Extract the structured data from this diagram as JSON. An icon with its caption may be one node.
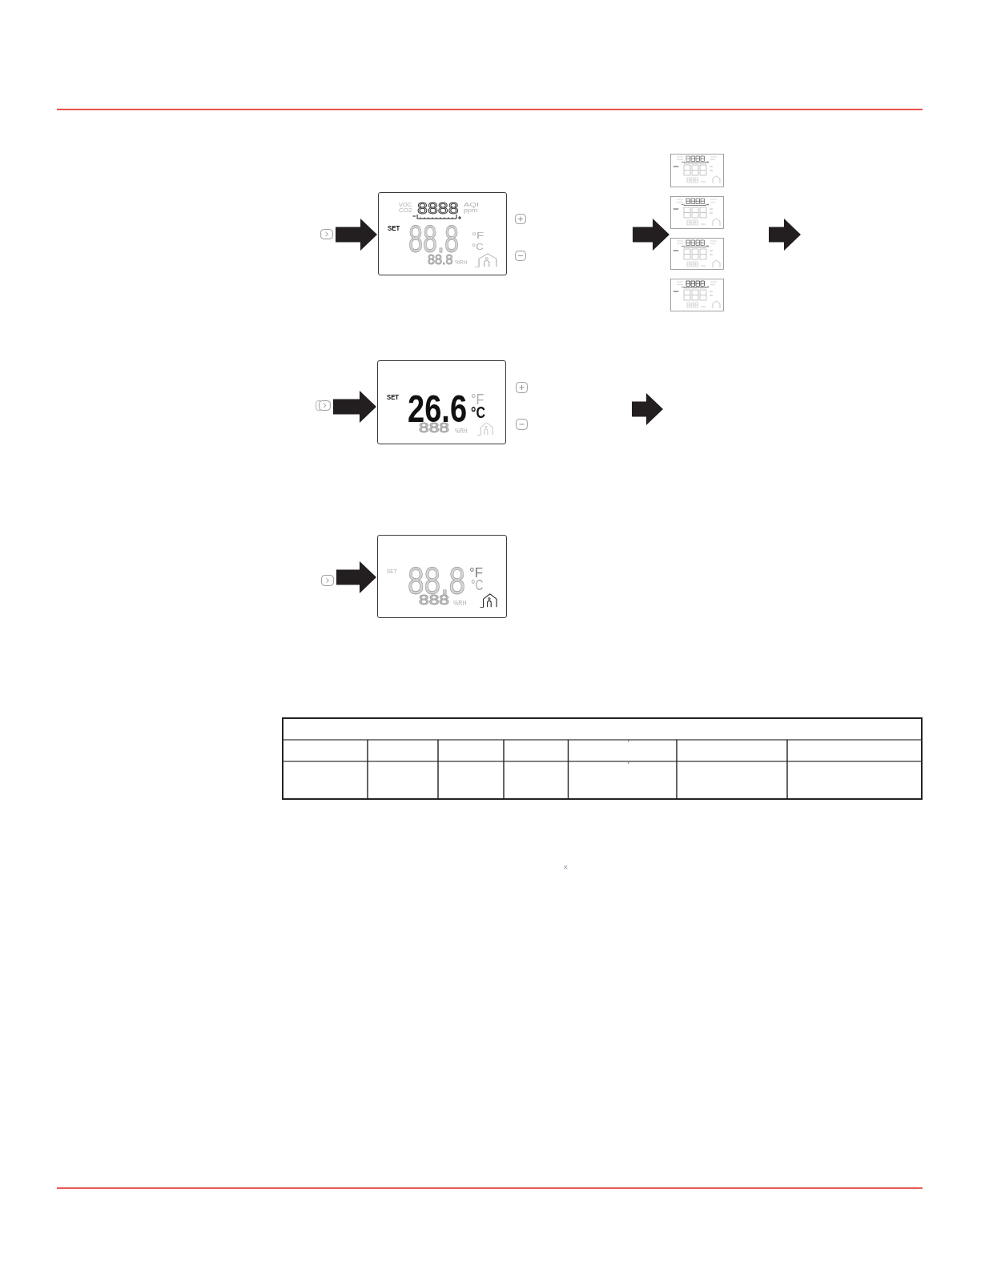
{
  "diagram": {
    "nodes": [
      {
        "text": [],
        "shape": "box"
      },
      {
        "text": [
          "VOC",
          "CO2",
          "8888",
          "AQI",
          "ppm",
          "SET",
          "88.8",
          "°F",
          "°C",
          "88.8",
          "%RH"
        ]
      },
      {
        "text": [],
        "shape": "picture"
      },
      {
        "text": [],
        "shape": "picture"
      },
      {
        "text": [],
        "shape": "picture"
      },
      {
        "text": [],
        "shape": "picture"
      },
      {
        "text": [],
        "shape": "box"
      },
      {
        "text": [
          "SET",
          "26.6",
          "°F",
          "°C",
          "888",
          "%RH"
        ]
      },
      {
        "text": [],
        "shape": "box"
      },
      {
        "text": [
          "SET",
          "88.8",
          "°F",
          "°C",
          "888",
          "%RH"
        ]
      }
    ],
    "edges": [
      {
        "from": 0,
        "to": 1,
        "arrow": "to"
      },
      {
        "from": 6,
        "to": 7,
        "arrow": "to"
      },
      {
        "from": 8,
        "to": 9,
        "arrow": "to"
      },
      {
        "from": null,
        "to": 4,
        "arrow": "to"
      }
    ],
    "labels": [
      "×"
    ]
  }
}
